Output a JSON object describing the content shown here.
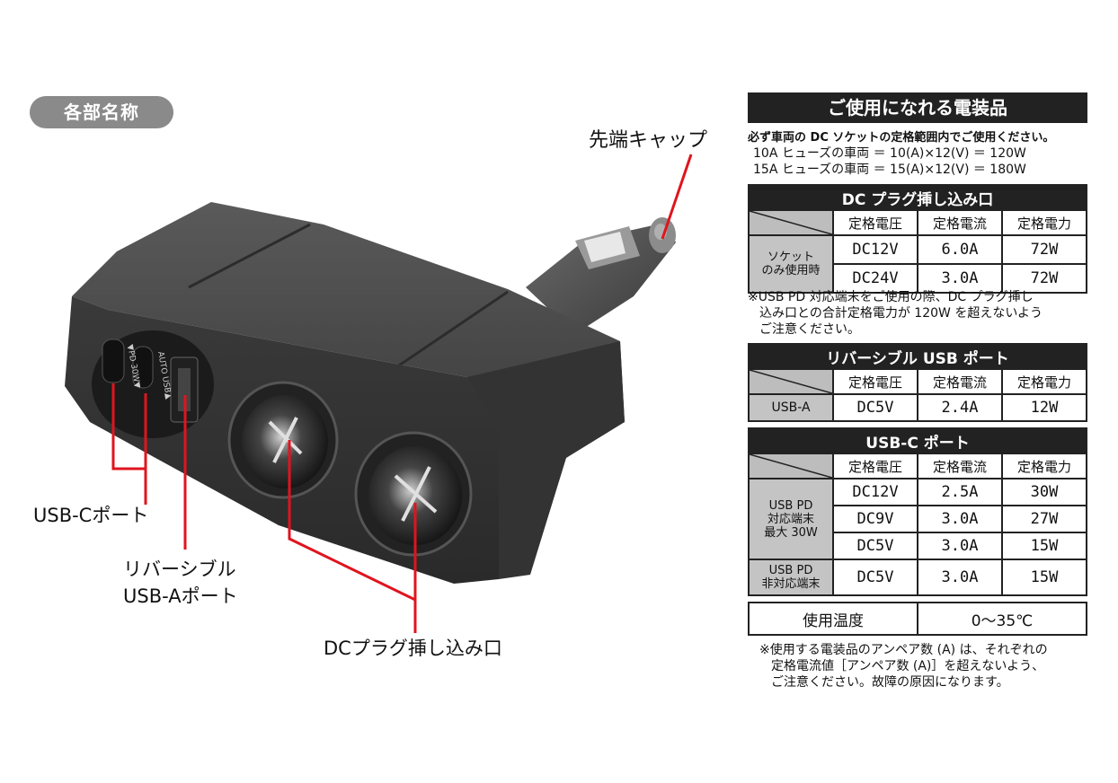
{
  "left": {
    "section_label": "各部名称",
    "callouts": {
      "tip_cap": "先端キャップ",
      "usb_c": "USB-Cポート",
      "usb_a_line1": "リバーシブル",
      "usb_a_line2": "USB-Aポート",
      "dc_socket": "DCプラグ挿し込み口"
    },
    "device_labels": {
      "pd": "▼PD 30W▼",
      "auto": "AUTO USB▲"
    }
  },
  "right": {
    "header": "ご使用になれる電装品",
    "intro": [
      "必ず車両の DC ソケットの定格範囲内でご使用ください。",
      "10A ヒューズの車両 ＝ 10(A)×12(V) ＝ 120W",
      "15A ヒューズの車両 ＝ 15(A)×12(V) ＝ 180W"
    ],
    "dc_table": {
      "title": "DC プラグ挿し込み口",
      "headers": [
        "定格電圧",
        "定格電流",
        "定格電力"
      ],
      "row_label": [
        "ソケット",
        "のみ使用時"
      ],
      "rows": [
        [
          "DC12V",
          "6.0A",
          "72W"
        ],
        [
          "DC24V",
          "3.0A",
          "72W"
        ]
      ]
    },
    "dc_note": [
      "※USB PD 対応端末をご使用の際、DC プラグ挿し",
      "込み口との合計定格電力が 120W を超えないよう",
      "ご注意ください。"
    ],
    "usba_table": {
      "title": "リバーシブル USB ポート",
      "headers": [
        "定格電圧",
        "定格電流",
        "定格電力"
      ],
      "row_label": "USB-A",
      "row": [
        "DC5V",
        "2.4A",
        "12W"
      ]
    },
    "usbc_table": {
      "title": "USB-C ポート",
      "headers": [
        "定格電圧",
        "定格電流",
        "定格電力"
      ],
      "pd_label": [
        "USB PD",
        "対応端末",
        "最大 30W"
      ],
      "pd_rows": [
        [
          "DC12V",
          "2.5A",
          "30W"
        ],
        [
          "DC9V",
          "3.0A",
          "27W"
        ],
        [
          "DC5V",
          "3.0A",
          "15W"
        ]
      ],
      "nonpd_label": [
        "USB PD",
        "非対応端末"
      ],
      "nonpd_row": [
        "DC5V",
        "3.0A",
        "15W"
      ]
    },
    "temp": {
      "label": "使用温度",
      "value": "0〜35℃"
    },
    "footer_note": [
      "※使用する電装品のアンペア数 (A) は、それぞれの",
      "定格電流値［アンペア数 (A)］を超えないよう、",
      "ご注意ください。故障の原因になります。"
    ]
  },
  "colors": {
    "accent_line": "#e0141e",
    "dark_bar": "#222222",
    "pill": "#8a8a8a",
    "gray_cell": "#c4c4c4"
  }
}
